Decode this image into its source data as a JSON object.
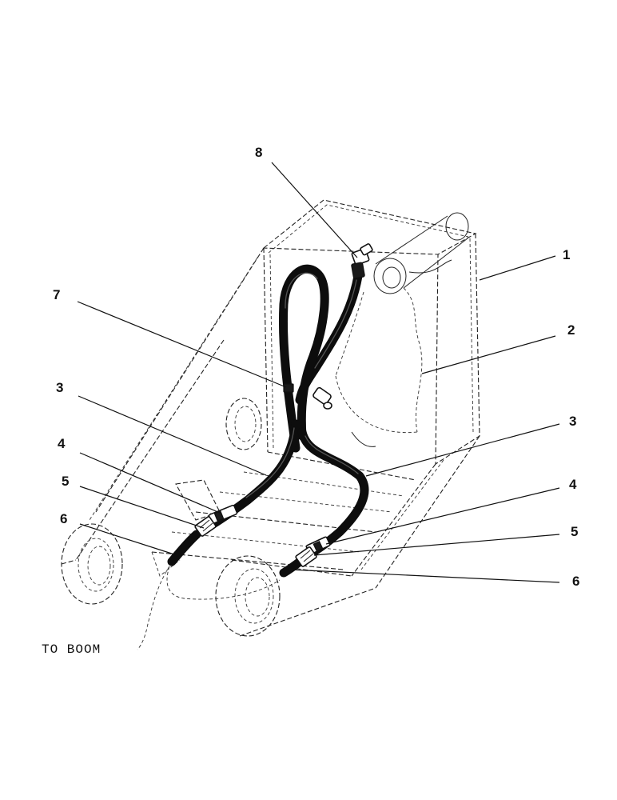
{
  "callouts": {
    "c1": "1",
    "c2": "2",
    "c3_left": "3",
    "c3_right": "3",
    "c4_left": "4",
    "c4_right": "4",
    "c5_left": "5",
    "c5_right": "5",
    "c6_left": "6",
    "c6_right": "6",
    "c7": "7",
    "c8": "8"
  },
  "caption": "TO BOOM"
}
